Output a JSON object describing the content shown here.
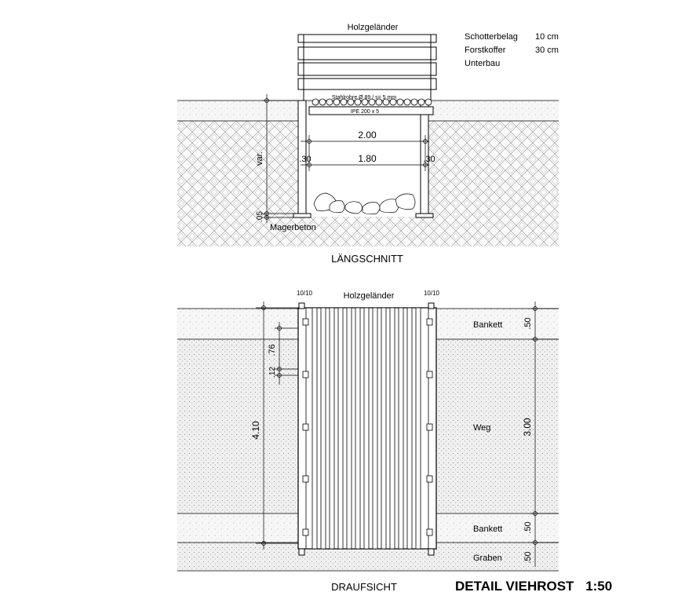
{
  "drawing_title": "DETAIL VIEHROST",
  "scale": "1:50",
  "section": {
    "title": "LÄNGSCHNITT",
    "railing_label": "Holzgeländer",
    "pipes_label": "Stahlrohre Ø 89 / s= 5 mm",
    "beam_label": "IPE 200 x 5",
    "dim_total": "2.00",
    "dim_inner": "1.80",
    "dim_left": ".30",
    "dim_right": ".30",
    "dim_depth": "var.",
    "dim_base": ".05",
    "base_label": "Magerbeton"
  },
  "layers": {
    "rows": [
      {
        "name": "Schotterbelag",
        "value": "10 cm"
      },
      {
        "name": "Forstkoffer",
        "value": "30 cm"
      },
      {
        "name": "Unterbau",
        "value": ""
      }
    ]
  },
  "plan": {
    "title": "DRAUFSICHT",
    "railing_label": "Holzgeländer",
    "post_left": "10/10",
    "post_right": "10/10",
    "dim_total": "4.10",
    "dim_top": ".76",
    "dim_gap": ".12",
    "zones": {
      "bankett_top": "Bankett",
      "weg": "Weg",
      "bankett_bottom": "Bankett",
      "graben": "Graben"
    },
    "dims_right": {
      "bankett_top": ".50",
      "weg": "3.00",
      "bankett_bottom": ".50",
      "graben": ".50"
    }
  },
  "colors": {
    "line": "#000000",
    "ground_fill": "#f2f2f2",
    "road_fill": "#e6e6e6"
  }
}
